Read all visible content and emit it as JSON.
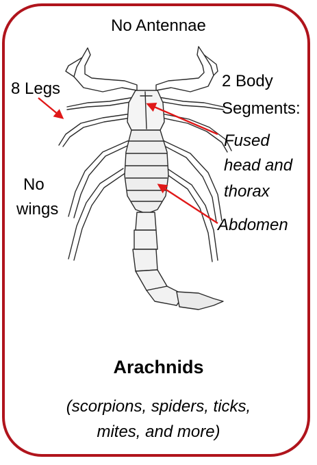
{
  "labels": {
    "antennae": "No Antennae",
    "legs": "8 Legs",
    "body_segments_line1": "2 Body",
    "body_segments_line2": "Segments:",
    "fused_line1": "Fused",
    "fused_line2": "head and",
    "fused_line3": "thorax",
    "wings_line1": "No",
    "wings_line2": "wings",
    "abdomen": "Abdomen"
  },
  "title": "Arachnids",
  "subtitle_line1": "(scorpions, spiders, ticks,",
  "subtitle_line2": "mites, and more)",
  "colors": {
    "border": "#b0141c",
    "arrow": "#e01818"
  },
  "illustration": "scorpion-drawing"
}
